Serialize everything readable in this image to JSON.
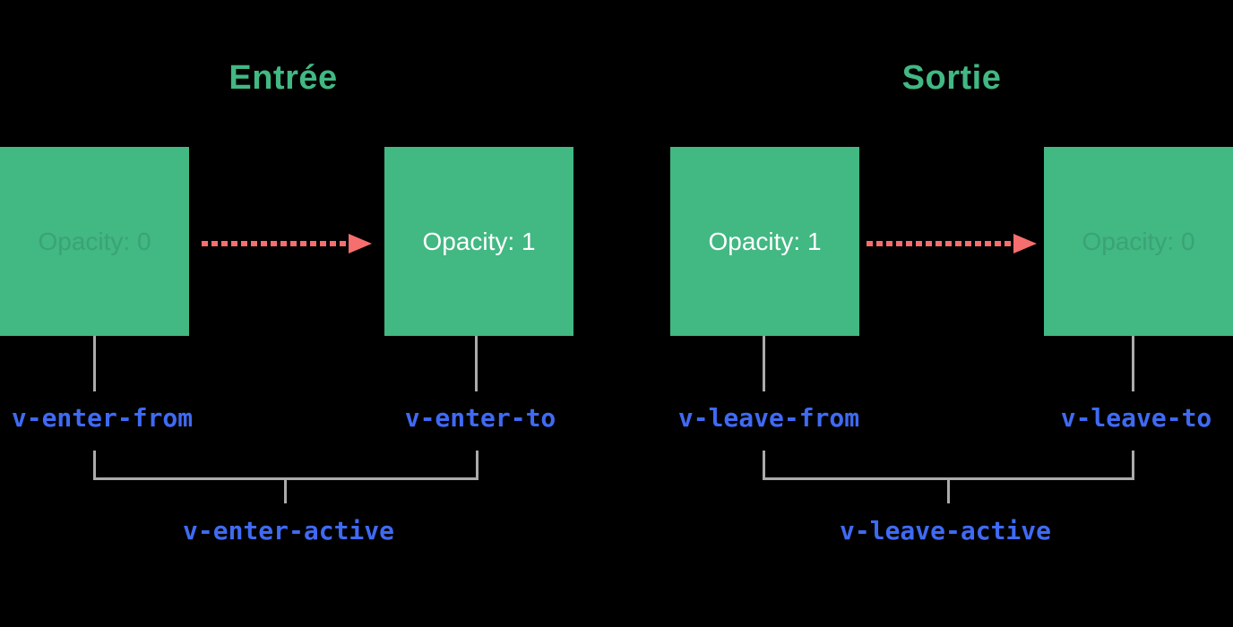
{
  "colors": {
    "background": "#000000",
    "box_green": "#42b883",
    "title_green": "#42b883",
    "box_text_bright": "#ffffff",
    "box_text_faint": "#3aa376",
    "class_label_blue": "#3f6af3",
    "arrow_red": "#f76e6e",
    "connector_gray": "#ababab"
  },
  "enter": {
    "title": "Entrée",
    "from_box_label": "Opacity: 0",
    "to_box_label": "Opacity: 1",
    "from_class": "v-enter-from",
    "to_class": "v-enter-to",
    "active_class": "v-enter-active"
  },
  "leave": {
    "title": "Sortie",
    "from_box_label": "Opacity: 1",
    "to_box_label": "Opacity: 0",
    "from_class": "v-leave-from",
    "to_class": "v-leave-to",
    "active_class": "v-leave-active"
  }
}
